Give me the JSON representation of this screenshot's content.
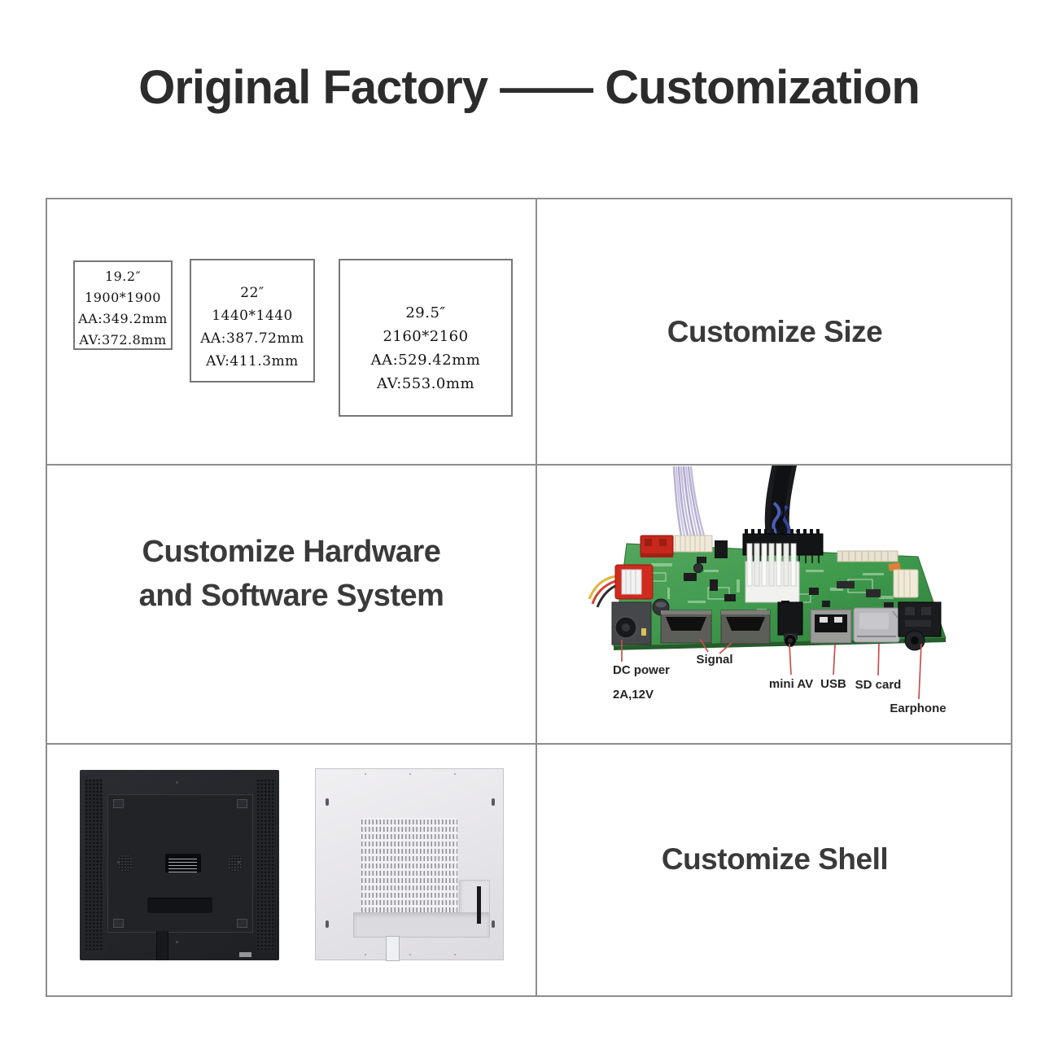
{
  "title": "Original Factory —— Customization",
  "cells": {
    "size": "Customize Size",
    "hardware_line1": "Customize Hardware",
    "hardware_line2": "and Software System",
    "shell": "Customize Shell"
  },
  "panels": [
    {
      "size": "19.2″",
      "resolution": "1900*1900",
      "aa": "AA:349.2mm",
      "av": "AV:372.8mm"
    },
    {
      "size": "22″",
      "resolution": "1440*1440",
      "aa": "AA:387.72mm",
      "av": "AV:411.3mm"
    },
    {
      "size": "29.5″",
      "resolution": "2160*2160",
      "aa": "AA:529.42mm",
      "av": "AV:553.0mm"
    }
  ],
  "pcb_labels": {
    "dc_power": "DC power",
    "dc_power_spec": "2A,12V",
    "signal": "Signal",
    "mini_av": "mini AV",
    "usb": "USB",
    "sd_card": "SD card",
    "earphone": "Earphone"
  },
  "colors": {
    "title_text": "#2c2c2c",
    "grid_border": "#8d8d8d",
    "cell_label_text": "#3a3a3a",
    "leader_line": "#c85048",
    "pcb_board_green": "#3f9a4c"
  }
}
